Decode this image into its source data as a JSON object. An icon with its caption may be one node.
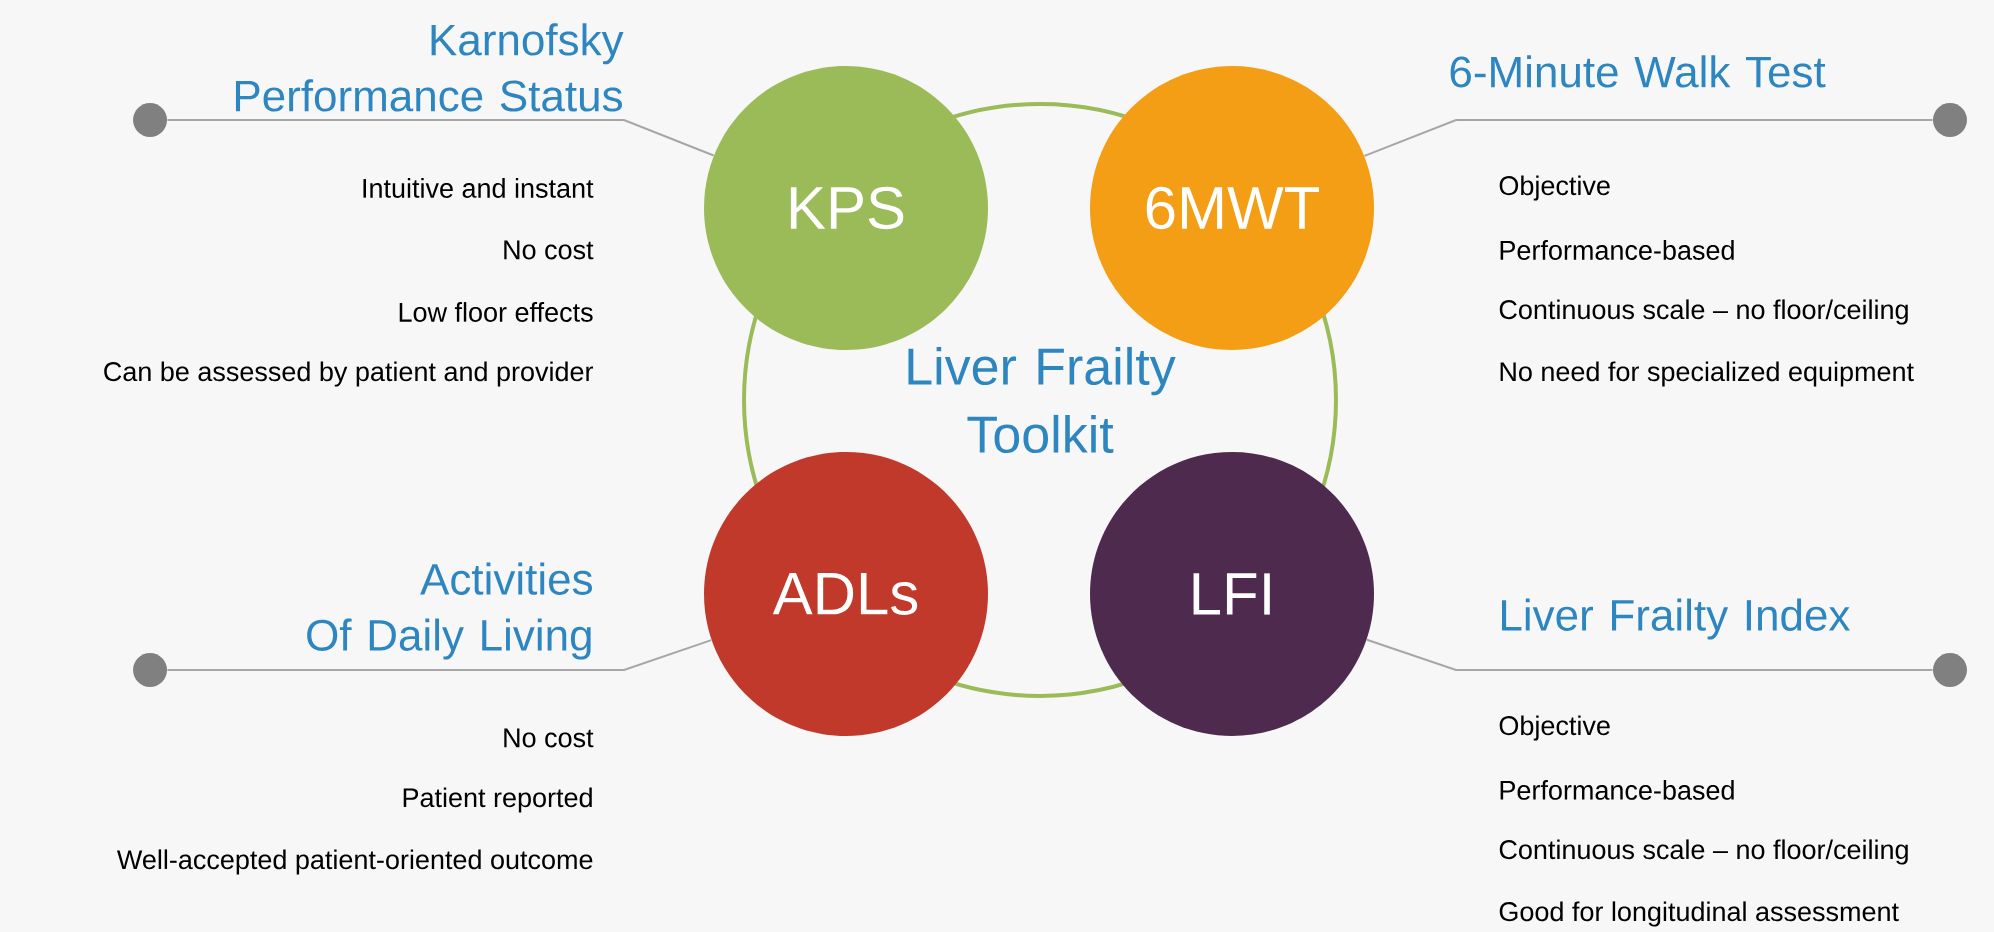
{
  "diagram": {
    "nodes": [
      {
        "text": [
          "Liver Frailty Toolkit"
        ]
      },
      {
        "text": [
          "KPS"
        ],
        "beside": [
          "Intuitive and instant",
          "No cost",
          "Low floor effects",
          "Can be assessed by patient and provider"
        ]
      },
      {
        "text": [
          "6MWT"
        ],
        "beside": [
          "Objective",
          "Performance-based",
          "Continuous scale – no floor/ceiling",
          "No need for specialized equipment"
        ]
      },
      {
        "text": [
          "ADLs"
        ],
        "beside": [
          "No cost",
          "Patient reported",
          "Well-accepted patient-oriented outcome"
        ]
      },
      {
        "text": [
          "LFI"
        ],
        "beside": [
          "Objective",
          "Performance-based",
          "Continuous scale – no floor/ceiling",
          "Good for longitudinal assessment"
        ]
      },
      {
        "text": [],
        "shape": "circle"
      },
      {
        "text": [],
        "shape": "circle"
      },
      {
        "text": [],
        "shape": "circle"
      },
      {
        "text": [],
        "shape": "circle"
      }
    ],
    "edges": [
      {
        "from": 1,
        "to": 5,
        "arrow": "none"
      },
      {
        "from": 2,
        "to": 6,
        "arrow": "none"
      },
      {
        "from": 3,
        "to": 7,
        "arrow": "none"
      },
      {
        "from": 4,
        "to": 8,
        "arrow": "none"
      }
    ],
    "labels": [
      "Karnofsky Performance Status",
      "6-Minute Walk Test",
      "Activities Of Daily Living",
      "Liver Frailty Index"
    ]
  }
}
